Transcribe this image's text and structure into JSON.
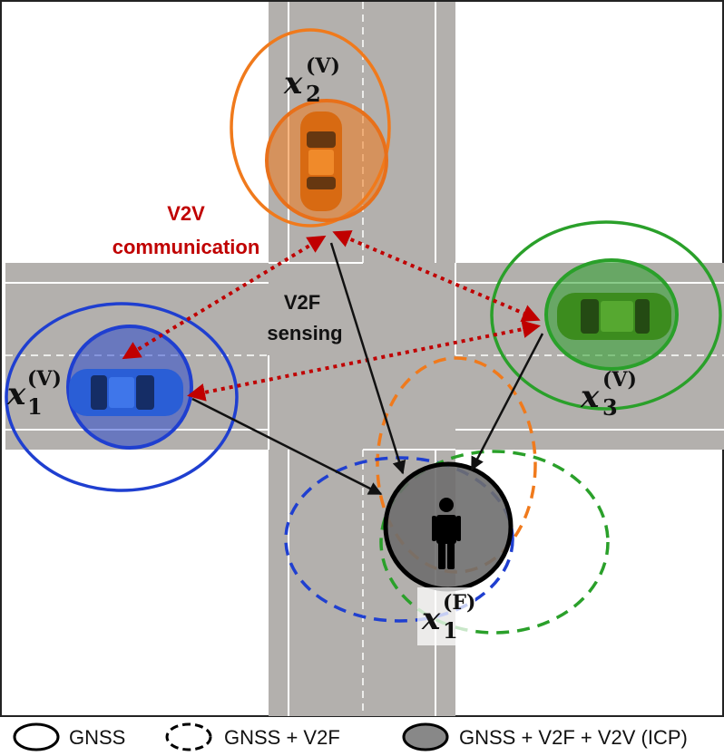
{
  "annotations": {
    "v2v_line1": "V2V",
    "v2v_line2": "communication",
    "v2f_line1": "V2F",
    "v2f_line2": "sensing"
  },
  "labels": {
    "vehicle_1": {
      "base": "x",
      "sub": "1",
      "sup": "(V)"
    },
    "vehicle_2": {
      "base": "x",
      "sub": "2",
      "sup": "(V)"
    },
    "vehicle_3": {
      "base": "x",
      "sub": "3",
      "sup": "(V)"
    },
    "feature_1": {
      "base": "x",
      "sub": "1",
      "sup": "(F)"
    }
  },
  "legend": {
    "gnss": "GNSS",
    "gnss_v2f": "GNSS + V2F",
    "gnss_v2f_v2v": "GNSS + V2F + V2V (ICP)"
  },
  "colors": {
    "vehicle_1": "#1f3fd0",
    "vehicle_2": "#f07a1c",
    "vehicle_3": "#2aa02a",
    "v2v_link": "#c00000",
    "v2f_link": "#111111",
    "road": "#b3b0ad",
    "fused": "#6e6e6e"
  }
}
